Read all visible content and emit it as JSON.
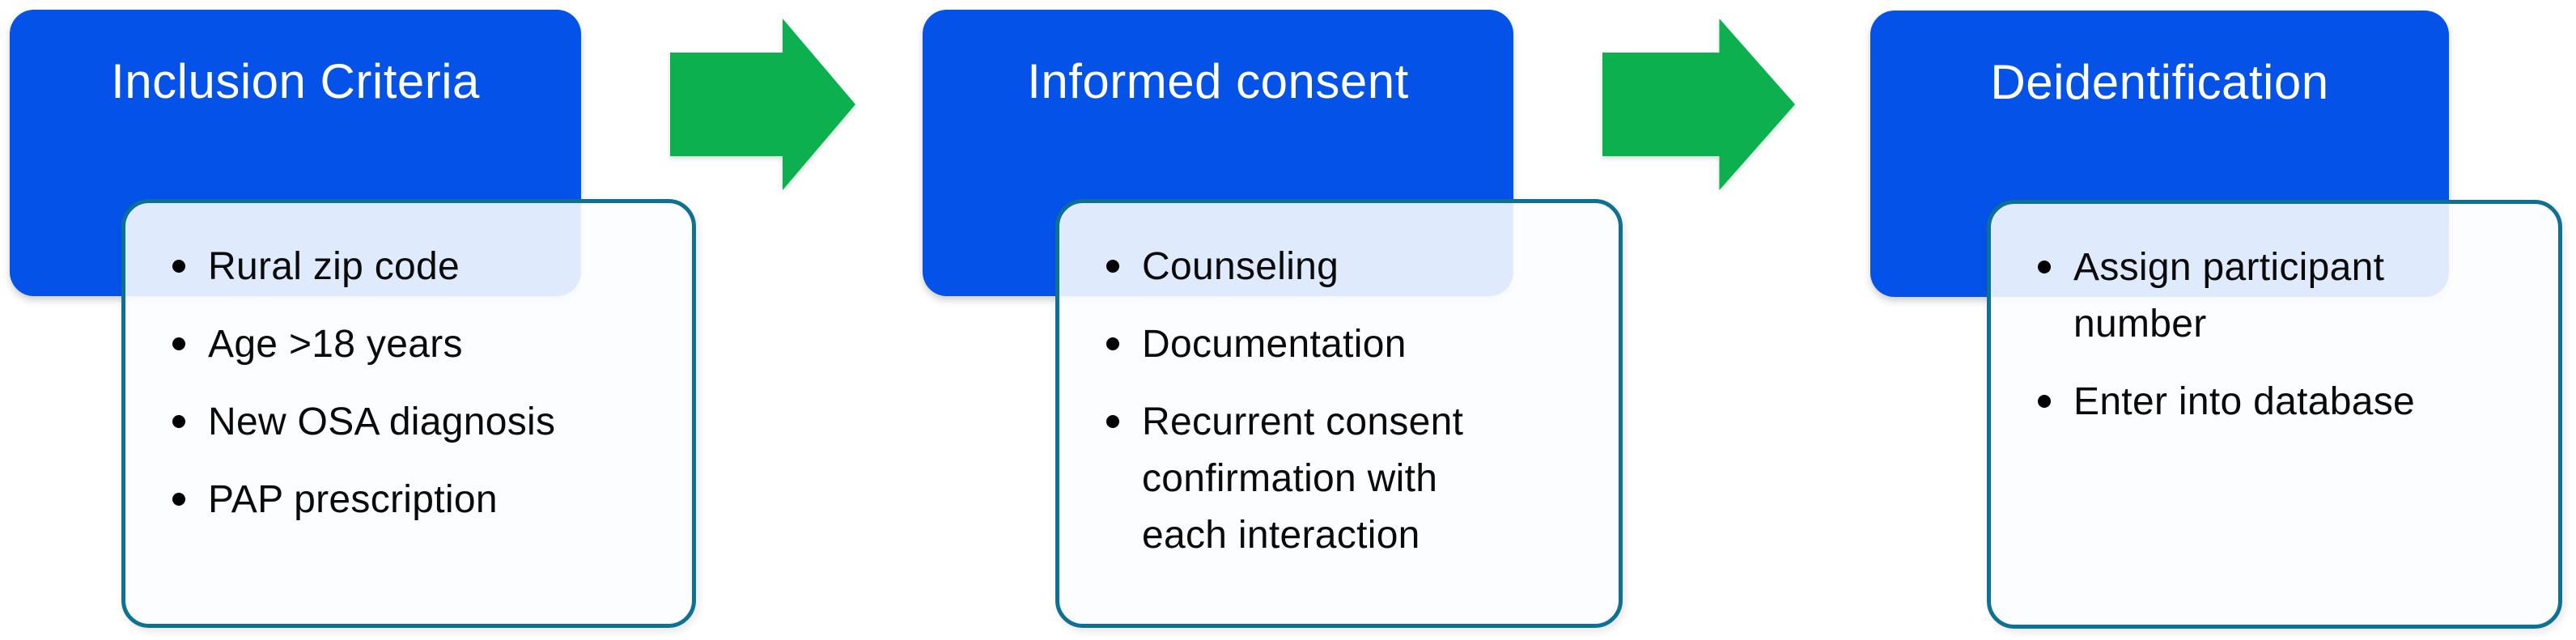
{
  "figure": {
    "type": "process-flow-diagram",
    "colors": {
      "header_blue": "#0452e8",
      "header_text": "#ffffff",
      "body_border_teal": "#0e7092",
      "body_overlap_tint": "#e3ebf8",
      "arrow_green": "#0cb04e",
      "bullet_text": "#0a0a0a",
      "background": "#ffffff"
    },
    "arrows": [
      {
        "icon": "right-block-arrow"
      },
      {
        "icon": "right-block-arrow"
      }
    ],
    "stages": [
      {
        "title": "Inclusion Criteria",
        "bullets": [
          "Rural zip code",
          "Age >18 years",
          "New OSA diagnosis",
          "PAP prescription"
        ]
      },
      {
        "title": "Informed consent",
        "bullets": [
          "Counseling",
          "Documentation",
          "Recurrent consent\nconfirmation with\neach interaction"
        ]
      },
      {
        "title": "Deidentification",
        "bullets": [
          "Assign participant\nnumber",
          "Enter into database"
        ]
      }
    ]
  }
}
